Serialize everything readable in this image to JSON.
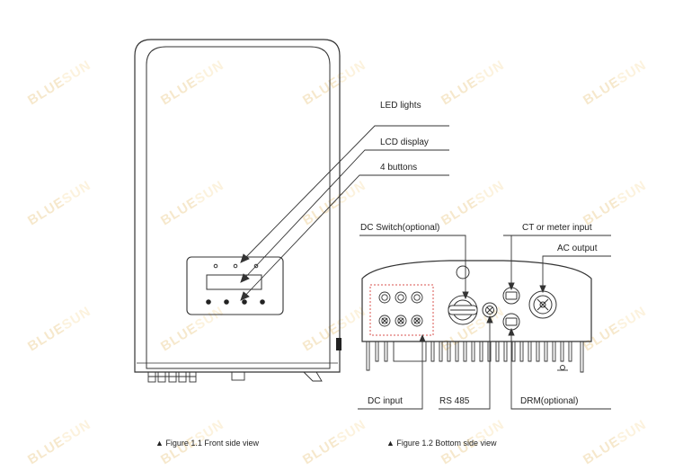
{
  "labels": {
    "led_lights": "LED lights",
    "lcd_display": "LCD display",
    "buttons": "4 buttons",
    "dc_switch": "DC Switch(optional)",
    "ct_meter": "CT or meter input",
    "ac_output": "AC output",
    "dc_input": "DC input",
    "rs485": "RS 485",
    "drm": "DRM(optional)"
  },
  "captions": {
    "fig1": "▲ Figure 1.1   Front side view",
    "fig2": "▲ Figure 1.2   Bottom side view"
  },
  "watermark": {
    "part1": "BLUE",
    "part2": "SUN"
  },
  "colors": {
    "line": "#333333",
    "dashed_box": "#d9534f",
    "watermark": "#d99a1e"
  }
}
